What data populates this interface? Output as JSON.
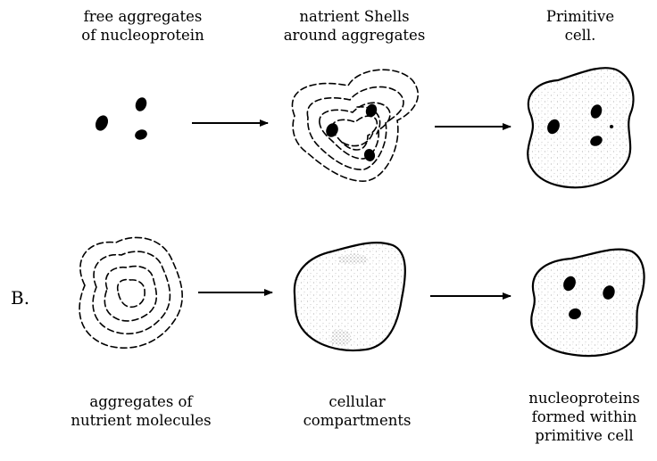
{
  "row_a": {
    "step1": {
      "line1": "free aggregates",
      "line2": "of nucleoprotein"
    },
    "step2": {
      "line1": "natrient Shells",
      "line2": "around aggregates"
    },
    "step3": {
      "line1": "Primitive",
      "line2": "cell."
    }
  },
  "row_b": {
    "label": "B.",
    "step1": {
      "line1": "aggregates of",
      "line2": "nutrient molecules"
    },
    "step2": {
      "line1": "cellular",
      "line2": "compartments"
    },
    "step3": {
      "line1": "nucleoproteins",
      "line2": "formed within",
      "line3": "primitive cell"
    }
  },
  "colors": {
    "ink": "#000000",
    "stipple": "#cfcfcf",
    "background": "#ffffff"
  }
}
